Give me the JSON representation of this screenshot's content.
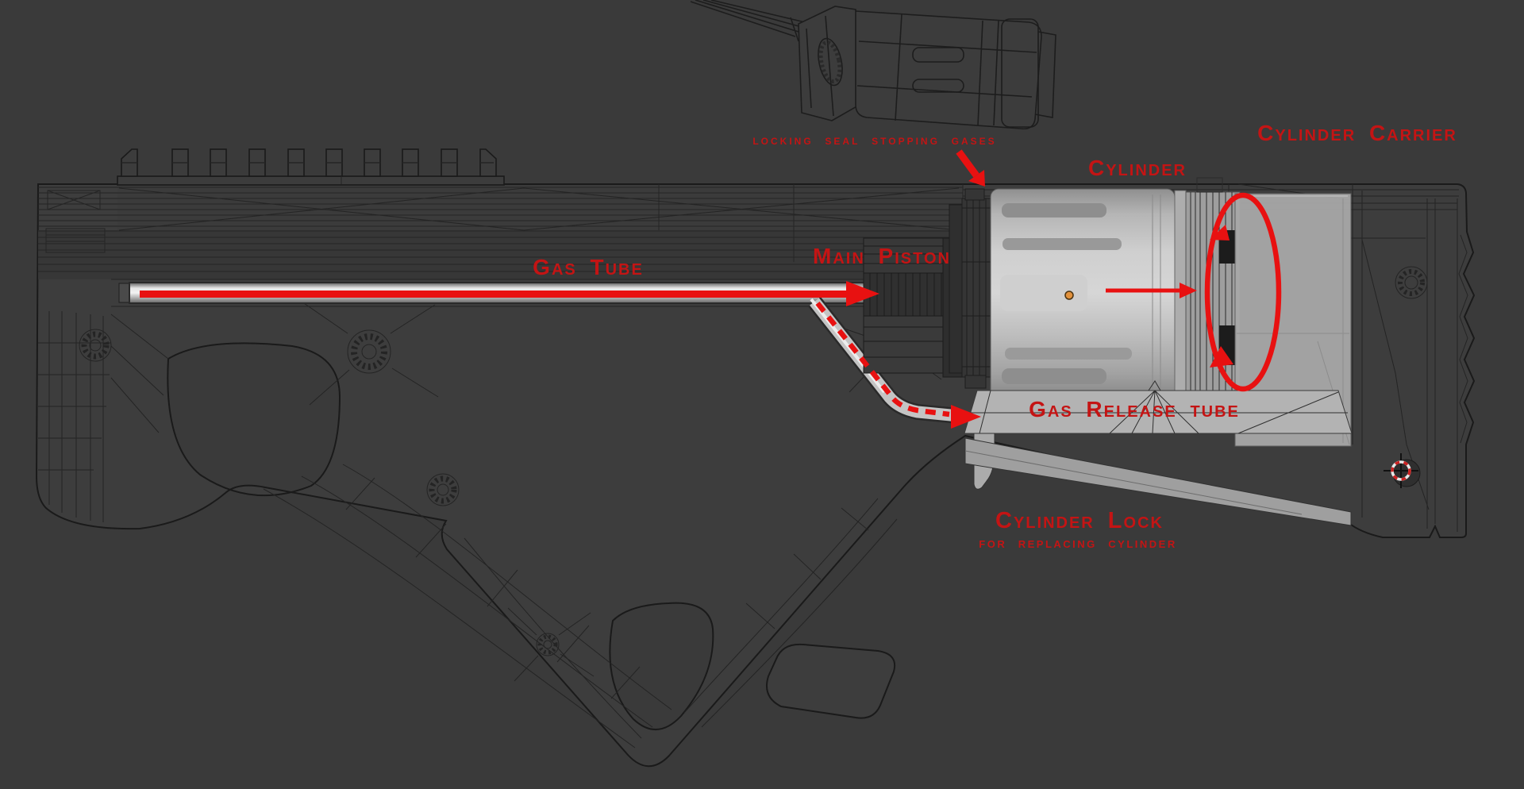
{
  "scene": {
    "background_color": "#3a3a3a",
    "wireframe_color": "#1d1d1d",
    "label_color": "#c41414",
    "arrow_color": "#e81111",
    "render_gray": "#c6c6c6",
    "origin_dot_color": "#e2913c",
    "cursor_ring_colors": [
      "#cc2222",
      "#e8e8e8"
    ]
  },
  "icons": {
    "origin_dot": "orange object-origin dot on cylinder",
    "cursor_3d": "red/white dashed 3D-cursor crosshair on stock"
  },
  "labels": {
    "locking_seal": "locking seal stopping gases",
    "cylinder_carrier": "Cylinder Carrier",
    "cylinder": "Cylinder",
    "main_piston": "Main Piston",
    "gas_tube": "Gas Tube",
    "gas_release_tube": "Gas Release tube",
    "cylinder_lock_title": "Cylinder Lock",
    "cylinder_lock_sub": "for replacing cylinder"
  },
  "annotations": {
    "gas_flow_arrow": "solid red arrow along gas tube to piston",
    "gas_release_arrow": "dashed red arrow down through release tube",
    "locking_seal_arrow": "red arrow pointing at cylinder front seal",
    "chamber_arrow": "red arrow inside cylinder pointing right",
    "rotation_ellipse": "red ellipse with rotation arrowheads around cylinder rear"
  }
}
